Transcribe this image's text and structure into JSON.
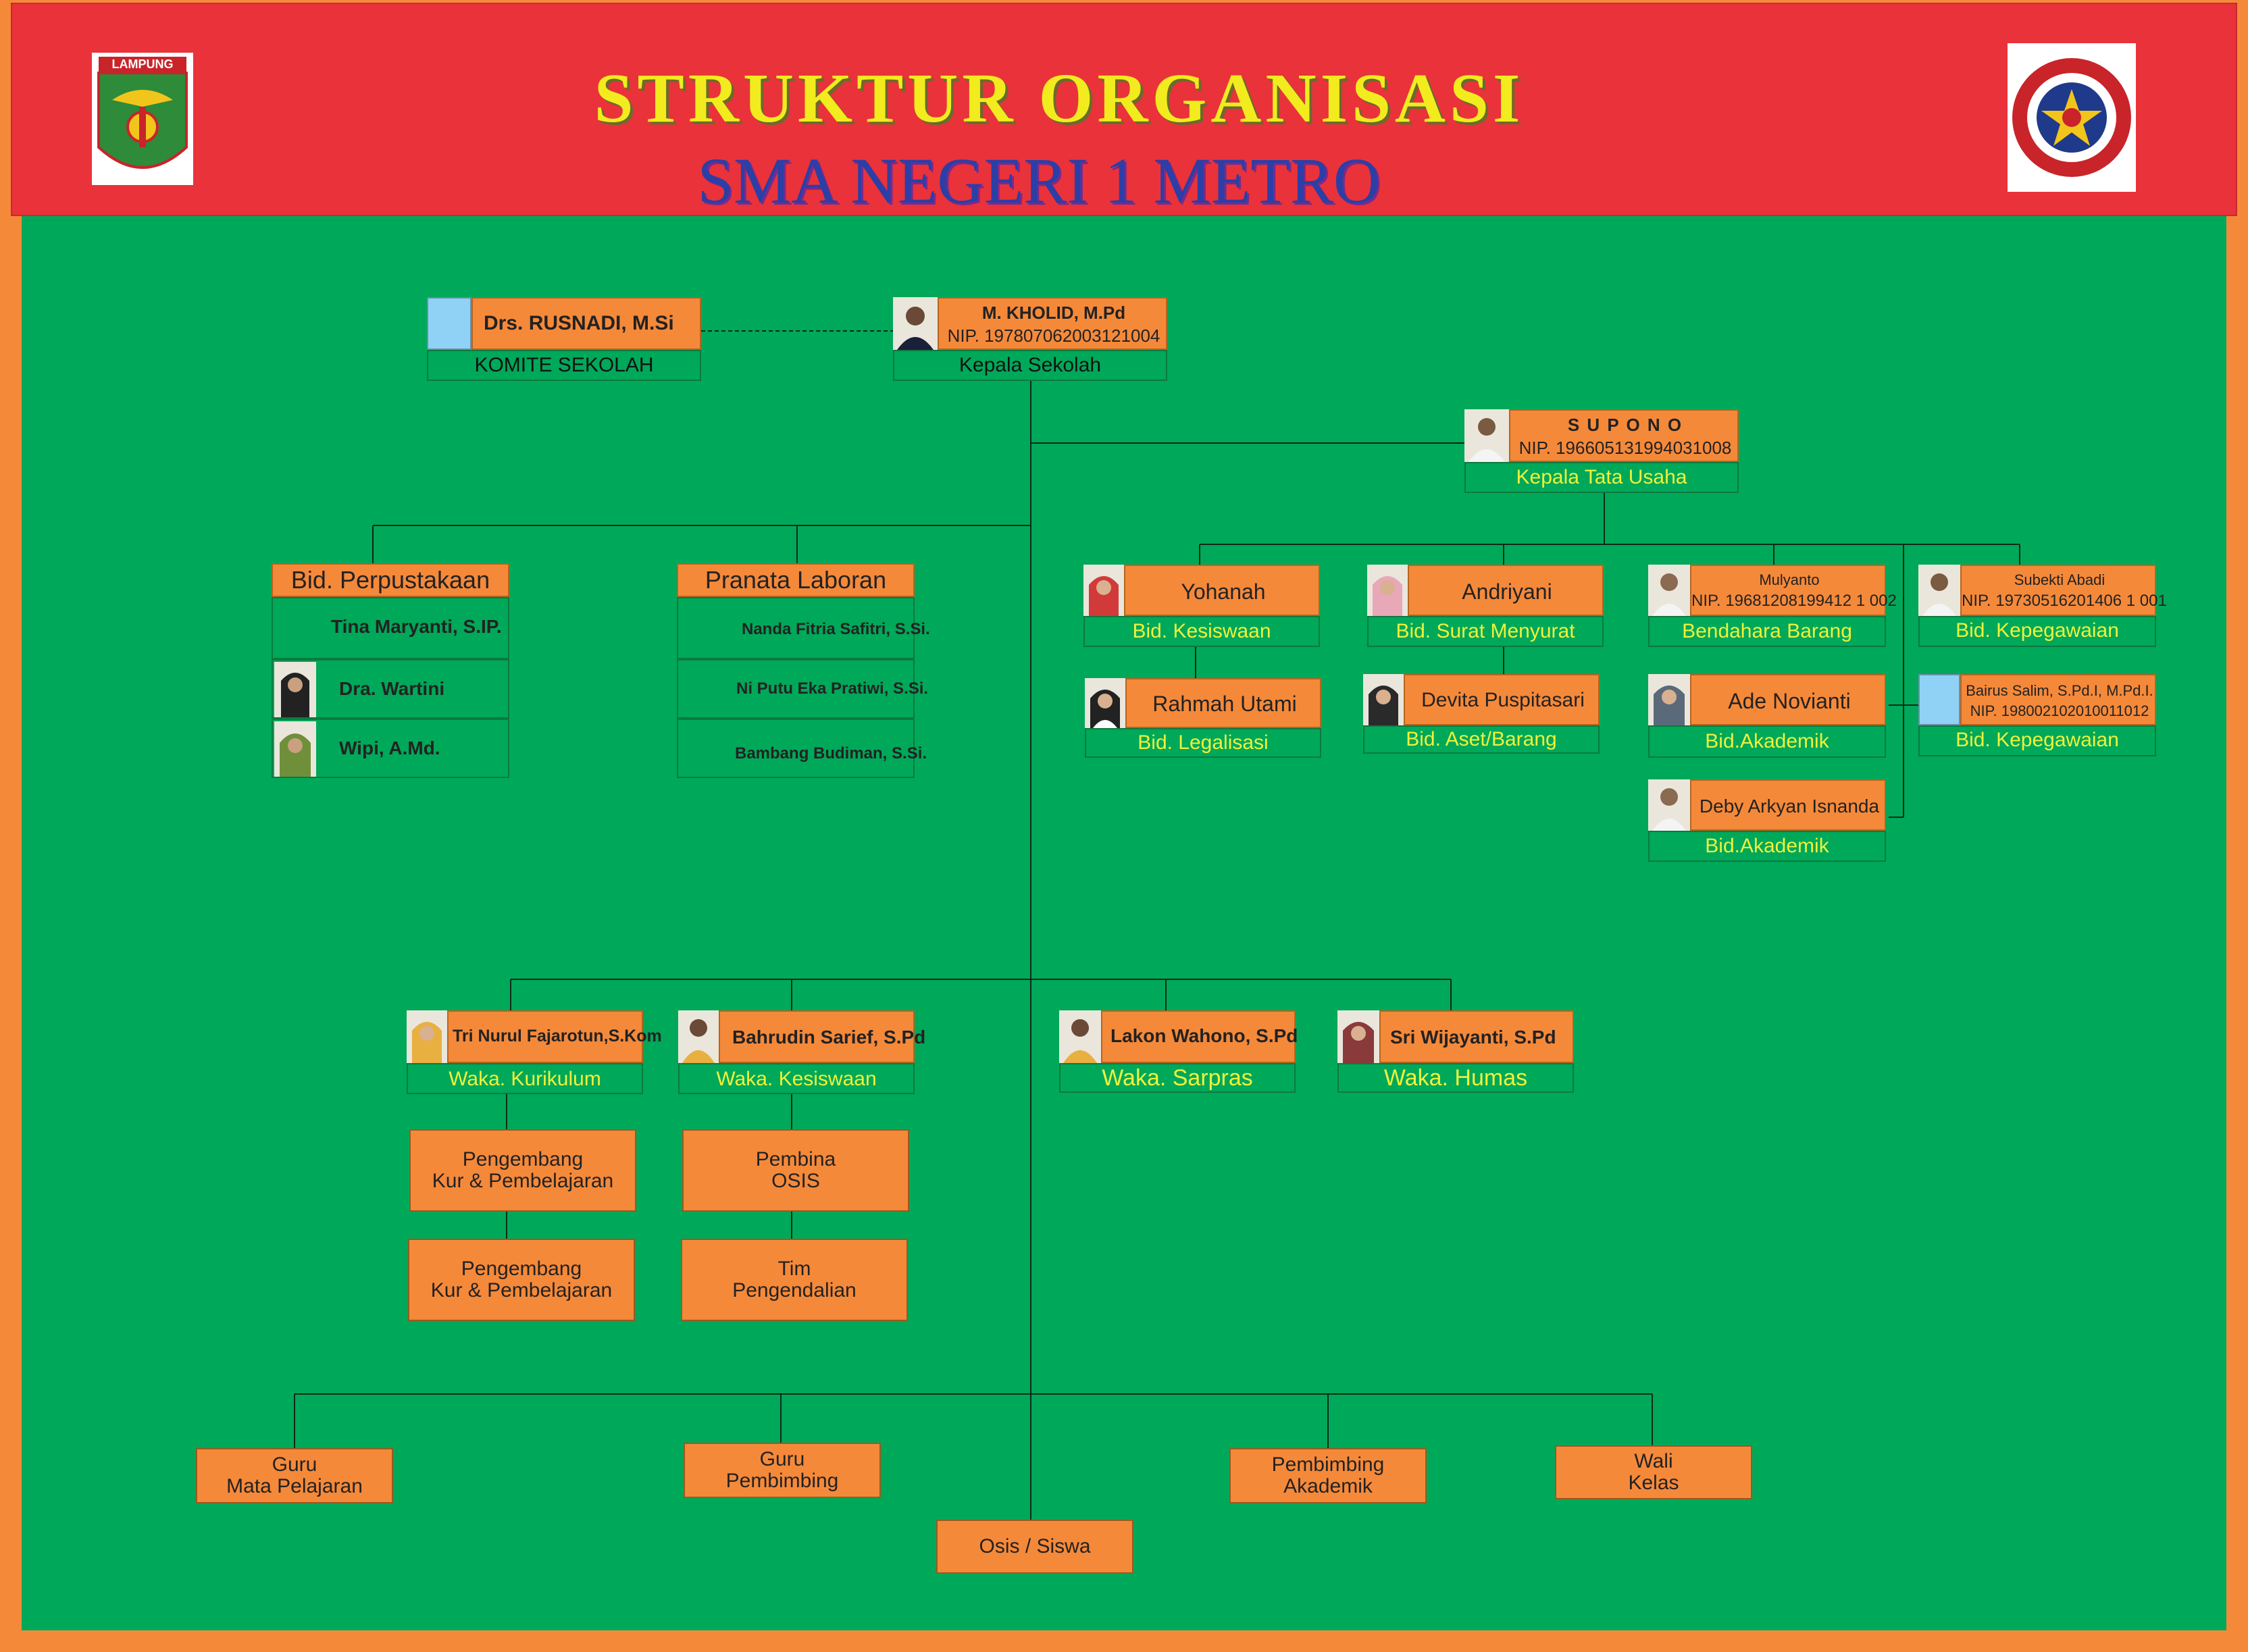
{
  "header": {
    "title": "STRUKTUR ORGANISASI",
    "subtitle": "SMA NEGERI 1 METRO",
    "left_logo_text": "LAMPUNG"
  },
  "komite": {
    "name": "Drs. RUSNADI, M.Si",
    "role": "KOMITE SEKOLAH"
  },
  "kepala": {
    "name": "M. KHOLID, M.Pd",
    "nip": "NIP. 197807062003121004",
    "role": "Kepala Sekolah"
  },
  "tata_usaha": {
    "name": "S U P O N O",
    "nip": "NIP. 196605131994031008",
    "role": "Kepala Tata Usaha"
  },
  "perpustakaan": {
    "title": "Bid. Perpustakaan",
    "members": [
      "Tina Maryanti, S.IP.",
      "Dra. Wartini",
      "Wipi, A.Md."
    ]
  },
  "laboran": {
    "title": "Pranata Laboran",
    "members": [
      "Nanda Fitria Safitri, S.Si.",
      "Ni Putu Eka Pratiwi, S.Si.",
      "Bambang Budiman, S.Si."
    ]
  },
  "staff": {
    "yohanah": {
      "name": "Yohanah",
      "role": "Bid. Kesiswaan"
    },
    "rahmah": {
      "name": "Rahmah Utami",
      "role": "Bid. Legalisasi"
    },
    "andriyani": {
      "name": "Andriyani",
      "role": "Bid. Surat Menyurat"
    },
    "devita": {
      "name": "Devita Puspitasari",
      "role": "Bid. Aset/Barang"
    },
    "mulyanto": {
      "name": "Mulyanto",
      "nip": "NIP. 19681208199412 1 002",
      "role": "Bendahara Barang"
    },
    "ade": {
      "name": "Ade Novianti",
      "role": "Bid.Akademik"
    },
    "deby": {
      "name": "Deby Arkyan Isnanda",
      "role": "Bid.Akademik"
    },
    "subekti": {
      "name": "Subekti Abadi",
      "nip": "NIP. 19730516201406 1 001",
      "role": "Bid. Kepegawaian"
    },
    "bairus": {
      "name": "Bairus Salim, S.Pd.I, M.Pd.I.",
      "nip": "NIP. 198002102010011012",
      "role": "Bid. Kepegawaian"
    }
  },
  "waka": [
    {
      "name": "Tri Nurul Fajarotun,S.Kom",
      "role": "Waka. Kurikulum"
    },
    {
      "name": "Bahrudin Sarief, S.Pd",
      "role": "Waka. Kesiswaan"
    },
    {
      "name": "Lakon Wahono, S.Pd",
      "role": "Waka. Sarpras"
    },
    {
      "name": "Sri Wijayanti, S.Pd",
      "role": "Waka. Humas"
    }
  ],
  "sub_units": {
    "kur1": [
      "Pengembang",
      "Kur & Pembelajaran"
    ],
    "kur2": [
      "Pengembang",
      "Kur & Pembelajaran"
    ],
    "osis": [
      "Pembina",
      "OSIS"
    ],
    "tim": [
      "Tim",
      "Pengendalian"
    ]
  },
  "bottom": {
    "guru_mapel": [
      "Guru",
      "Mata Pelajaran"
    ],
    "guru_bk": [
      "Guru",
      "Pembimbing"
    ],
    "pembimbing": [
      "Pembimbing",
      "Akademik"
    ],
    "wali": [
      "Wali",
      "Kelas"
    ],
    "osis_siswa": "Osis / Siswa"
  },
  "colors": {
    "green": "#00A859",
    "orange": "#F5893A",
    "red": "#EA323A",
    "yellow": "#F2EC1E",
    "blue": "#2B3FA6"
  }
}
